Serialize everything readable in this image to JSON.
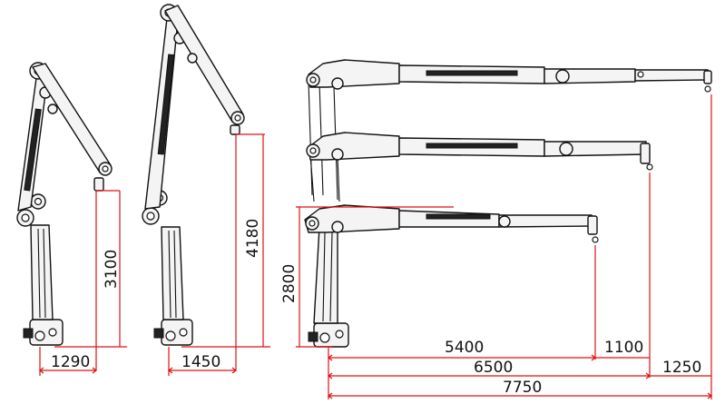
{
  "diagram": {
    "colors": {
      "dimension": "#e01010",
      "outline": "#111111",
      "fill": "#f4f4f4"
    },
    "dimensions": {
      "reach_folded_1": "1290",
      "reach_folded_2": "1450",
      "height_folded_1": "3100",
      "height_folded_2": "4180",
      "height_extended": "2800",
      "reach_5400": "5400",
      "reach_1100": "1100",
      "reach_6500": "6500",
      "reach_1250": "1250",
      "reach_7750": "7750"
    }
  }
}
